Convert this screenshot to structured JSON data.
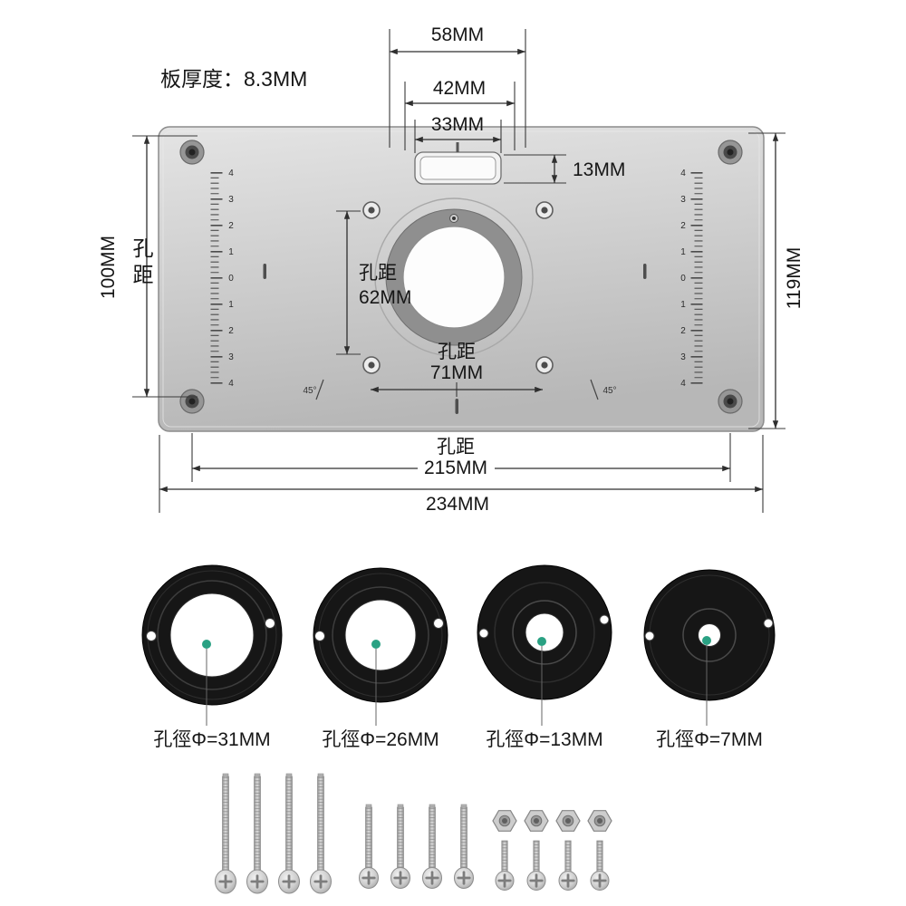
{
  "plate": {
    "thickness_label": "板厚度：8.3MM",
    "dim_58": "58MM",
    "dim_42": "42MM",
    "dim_33": "33MM",
    "dim_13": "13MM",
    "left_dim": {
      "label": "孔距",
      "value": "100MM"
    },
    "right_dim": {
      "value": "119MM"
    },
    "center_vertical_dim": {
      "label": "孔距",
      "value": "62MM"
    },
    "center_horizontal_dim": {
      "label": "孔距",
      "value": "71MM"
    },
    "bottom_dim": {
      "label": "孔距",
      "value": "215MM"
    },
    "overall_dim": {
      "value": "234MM"
    },
    "angle_left": "45°",
    "angle_right": "45°",
    "ruler_numbers": [
      "4",
      "3",
      "2",
      "1",
      "0",
      "1",
      "2",
      "3",
      "4"
    ]
  },
  "rings": {
    "items": [
      {
        "label": "孔徑Φ=31MM"
      },
      {
        "label": "孔徑Φ=26MM"
      },
      {
        "label": "孔徑Φ=13MM"
      },
      {
        "label": "孔徑Φ=7MM"
      }
    ],
    "dot_color": "#2aa183"
  },
  "colors": {
    "background": "#ffffff",
    "plate_light": "#e2e2e2",
    "plate_dark": "#b9b9b9",
    "dim": "#2f2f2f",
    "ring": "#161616"
  }
}
